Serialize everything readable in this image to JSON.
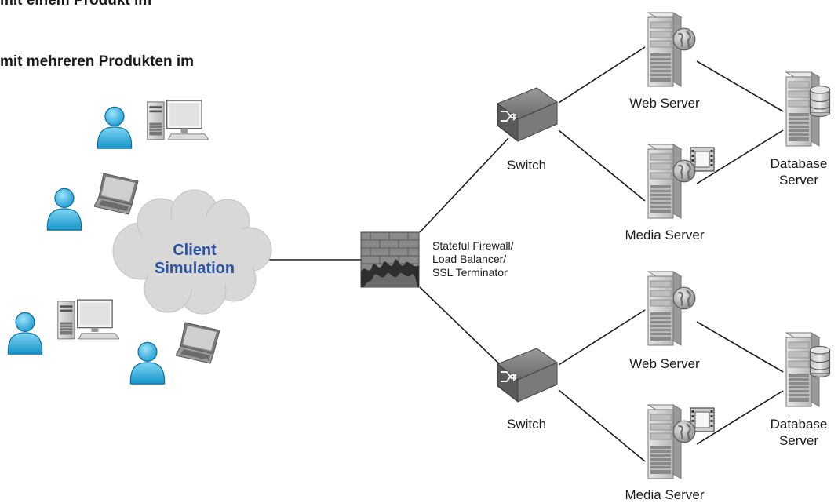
{
  "header": {
    "line1": "mit einem Produkt im",
    "line2": "mit mehreren Produkten im"
  },
  "cloud": {
    "line1": "Client",
    "line2": "Simulation"
  },
  "firewall": {
    "line1": "Stateful Firewall/",
    "line2": "Load Balancer/",
    "line3": "SSL Terminator"
  },
  "top_branch": {
    "switch_label": "Switch",
    "web_label": "Web Server",
    "media_label": "Media Server",
    "db_line1": "Database",
    "db_line2": "Server"
  },
  "bottom_branch": {
    "switch_label": "Switch",
    "web_label": "Web Server",
    "media_label": "Media Server",
    "db_line1": "Database",
    "db_line2": "Server"
  },
  "colors": {
    "user": "#1aa3d9",
    "cloud": "#d4d4d4",
    "cloud_text": "#2a54a3",
    "server_body": "#d0d0d0",
    "line": "#1a1a1a"
  },
  "icons": [
    "user-icon",
    "desktop-icon",
    "laptop-icon",
    "cloud-icon",
    "firewall-icon",
    "switch-icon",
    "server-icon",
    "globe-icon",
    "film-icon",
    "database-icon"
  ]
}
